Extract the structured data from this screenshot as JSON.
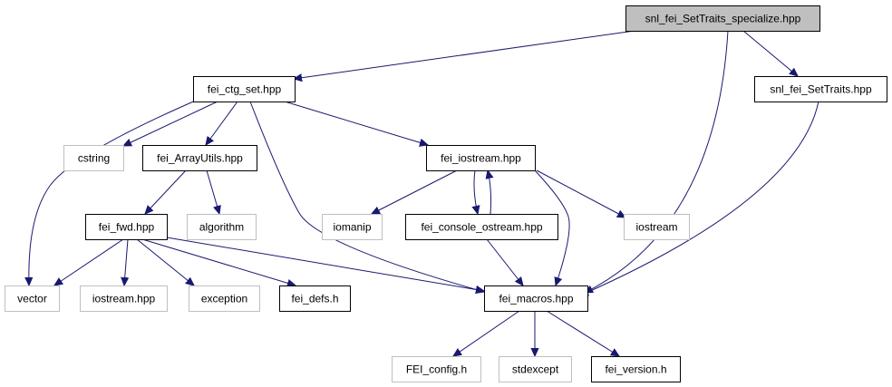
{
  "diagram": {
    "type": "include-dependency-graph",
    "colors": {
      "edge": "#191970",
      "root_fill": "#bfbfbf",
      "node_fill": "#ffffff",
      "node_border": "#000000",
      "external_border": "#bfbfbf"
    },
    "nodes": [
      {
        "id": "root",
        "label": "snl_fei_SetTraits_specialize.hpp",
        "kind": "root"
      },
      {
        "id": "ctg",
        "label": "fei_ctg_set.hpp",
        "kind": "file"
      },
      {
        "id": "settraits",
        "label": "snl_fei_SetTraits.hpp",
        "kind": "file"
      },
      {
        "id": "cstring",
        "label": "cstring",
        "kind": "external"
      },
      {
        "id": "arrayutils",
        "label": "fei_ArrayUtils.hpp",
        "kind": "file"
      },
      {
        "id": "iostreamhpp",
        "label": "fei_iostream.hpp",
        "kind": "file"
      },
      {
        "id": "fwd",
        "label": "fei_fwd.hpp",
        "kind": "file"
      },
      {
        "id": "algorithm",
        "label": "algorithm",
        "kind": "external"
      },
      {
        "id": "iomanip",
        "label": "iomanip",
        "kind": "external"
      },
      {
        "id": "console",
        "label": "fei_console_ostream.hpp",
        "kind": "file"
      },
      {
        "id": "iostream",
        "label": "iostream",
        "kind": "external"
      },
      {
        "id": "vector",
        "label": "vector",
        "kind": "external"
      },
      {
        "id": "iostreamh",
        "label": "iostream.hpp",
        "kind": "external"
      },
      {
        "id": "exception",
        "label": "exception",
        "kind": "external"
      },
      {
        "id": "defs",
        "label": "fei_defs.h",
        "kind": "file"
      },
      {
        "id": "macros",
        "label": "fei_macros.hpp",
        "kind": "file"
      },
      {
        "id": "config",
        "label": "FEI_config.h",
        "kind": "external"
      },
      {
        "id": "stdexcept",
        "label": "stdexcept",
        "kind": "external"
      },
      {
        "id": "version",
        "label": "fei_version.h",
        "kind": "file"
      }
    ],
    "edges": [
      {
        "from": "root",
        "to": "ctg"
      },
      {
        "from": "root",
        "to": "settraits"
      },
      {
        "from": "root",
        "to": "macros"
      },
      {
        "from": "ctg",
        "to": "cstring"
      },
      {
        "from": "ctg",
        "to": "arrayutils"
      },
      {
        "from": "ctg",
        "to": "iostreamhpp"
      },
      {
        "from": "ctg",
        "to": "vector"
      },
      {
        "from": "ctg",
        "to": "macros"
      },
      {
        "from": "settraits",
        "to": "macros"
      },
      {
        "from": "arrayutils",
        "to": "fwd"
      },
      {
        "from": "arrayutils",
        "to": "algorithm"
      },
      {
        "from": "iostreamhpp",
        "to": "iomanip"
      },
      {
        "from": "iostreamhpp",
        "to": "console"
      },
      {
        "from": "iostreamhpp",
        "to": "iostream"
      },
      {
        "from": "iostreamhpp",
        "to": "macros"
      },
      {
        "from": "console",
        "to": "iostreamhpp"
      },
      {
        "from": "console",
        "to": "macros"
      },
      {
        "from": "fwd",
        "to": "vector"
      },
      {
        "from": "fwd",
        "to": "iostreamh"
      },
      {
        "from": "fwd",
        "to": "exception"
      },
      {
        "from": "fwd",
        "to": "defs"
      },
      {
        "from": "fwd",
        "to": "macros"
      },
      {
        "from": "macros",
        "to": "config"
      },
      {
        "from": "macros",
        "to": "stdexcept"
      },
      {
        "from": "macros",
        "to": "version"
      }
    ]
  }
}
